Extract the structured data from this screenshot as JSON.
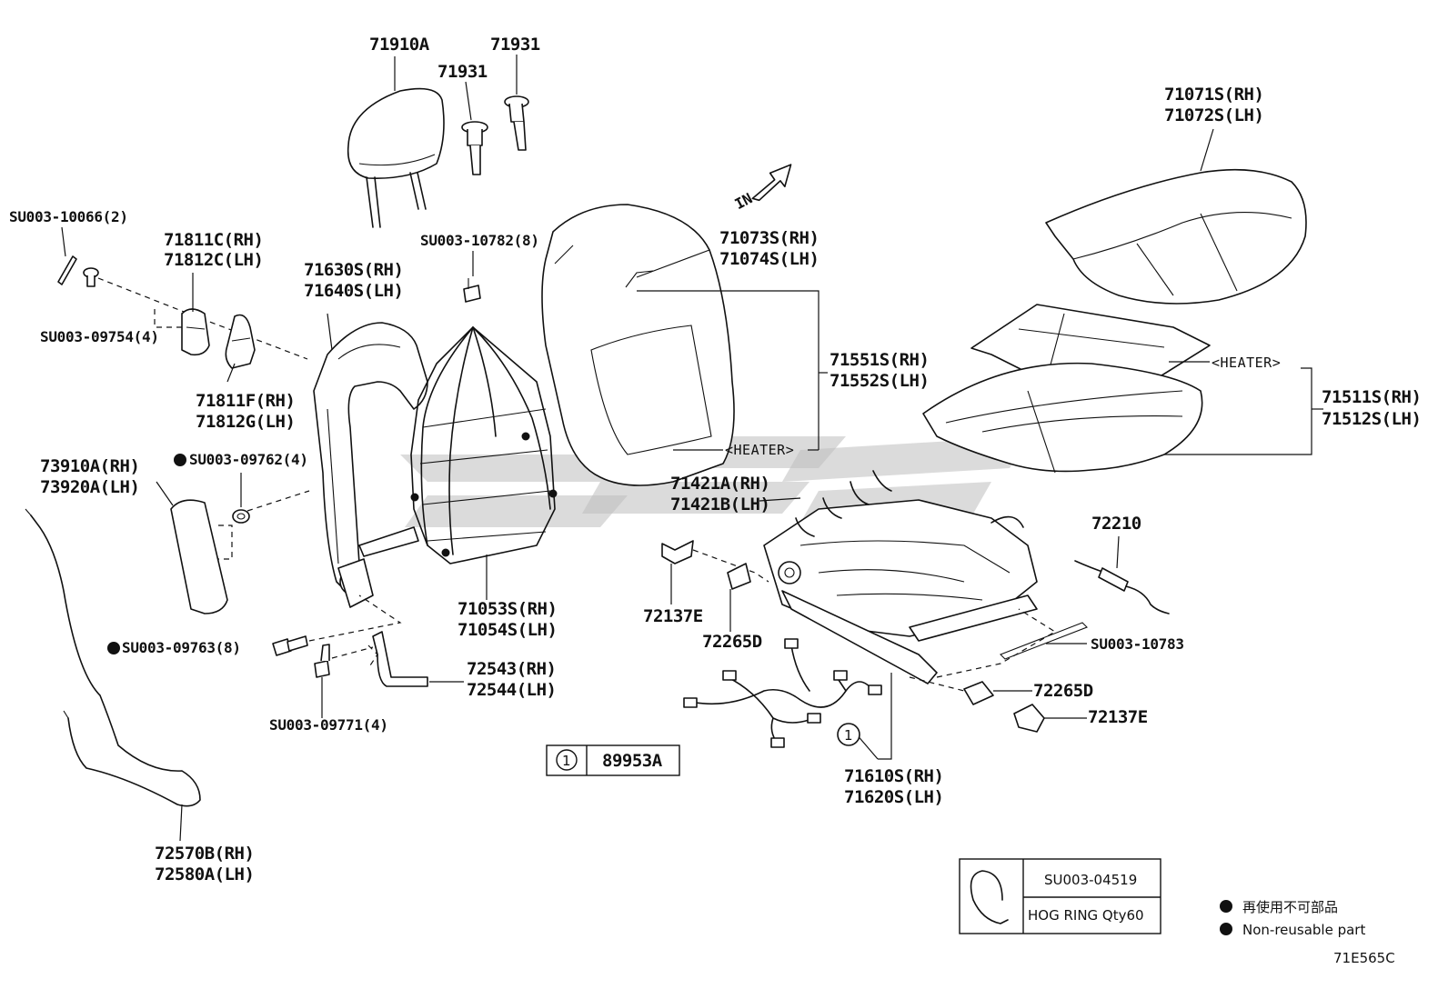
{
  "labels": {
    "headrest": "71910A",
    "guide_a": "71931",
    "guide_b": "71931",
    "clip_top": "SU003-10782(8)",
    "screw_side": "SU003-10066(2)",
    "bolt_side": "SU003-09754(4)",
    "shield_upper_rh": "71811C(RH)",
    "shield_upper_lh": "71812C(LH)",
    "shield_lower_rh": "71811F(RH)",
    "shield_lower_lh": "71812G(LH)",
    "back_frame_rh": "71630S(RH)",
    "back_frame_lh": "71640S(LH)",
    "nut": "SU003-09762(4)",
    "airbag_rh": "73910A(RH)",
    "airbag_lh": "73920A(LH)",
    "bolt_8": "SU003-09763(8)",
    "bolt_4": "SU003-09771(4)",
    "cable_rh": "72570B(RH)",
    "cable_lh": "72580A(LH)",
    "bracket_rh": "72543(RH)",
    "bracket_lh": "72544(LH)",
    "back_spring_rh": "71053S(RH)",
    "back_spring_lh": "71054S(LH)",
    "back_cover_rh": "71073S(RH)",
    "back_cover_lh": "71074S(LH)",
    "back_heater_rh": "71551S(RH)",
    "back_heater_lh": "71552S(LH)",
    "heater_tag_back": "<HEATER>",
    "cushion_cover_rh": "71071S(RH)",
    "cushion_cover_lh": "71072S(LH)",
    "heater_tag_cushion": "<HEATER>",
    "cushion_pad_rh": "71511S(RH)",
    "cushion_pad_lh": "71512S(LH)",
    "cushion_spring_rh": "71421A(RH)",
    "cushion_spring_lh": "71421B(LH)",
    "adjuster_cable": "72210",
    "cover_left": "72137E",
    "clip_left": "72265D",
    "bolt_track": "SU003-10783",
    "clip_right": "72265D",
    "cover_right": "72137E",
    "cushion_frame_rh": "71610S(RH)",
    "cushion_frame_lh": "71620S(LH)",
    "direction_in": "IN"
  },
  "callout": {
    "number": "1",
    "part": "89953A"
  },
  "hog_ring": {
    "code": "SU003-04519",
    "desc": "HOG RING Qty60"
  },
  "legend": {
    "line1": "再使用不可部品",
    "line2": "Non-reusable part"
  },
  "figure_code": "71E565C",
  "colors": {
    "ink": "#111111",
    "watermark": "#bdbdbd",
    "background": "#ffffff"
  }
}
